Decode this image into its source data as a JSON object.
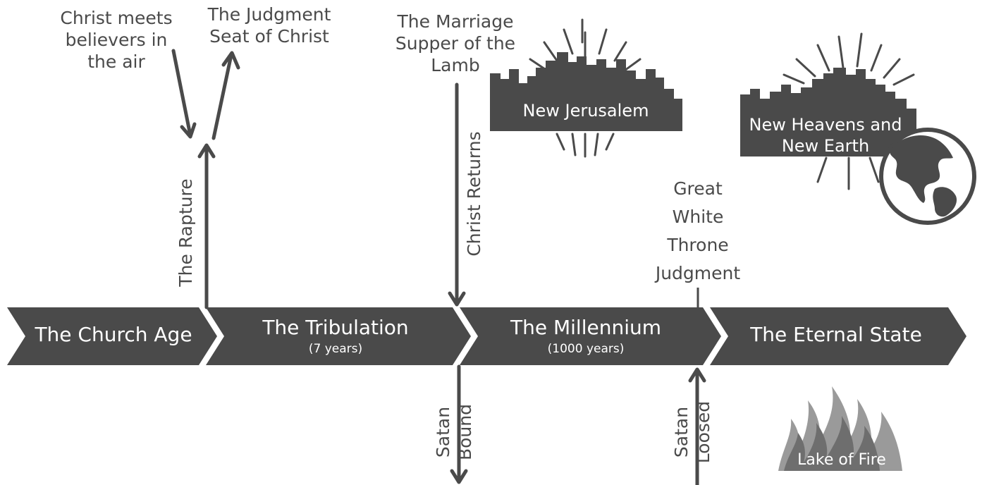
{
  "labels": {
    "christ_meets": "Christ meets\nbelievers in\nthe air",
    "judgment_seat": "The Judgment\nSeat of Christ",
    "marriage_supper": "The Marriage\nSupper of the\nLamb",
    "rapture": "The Rapture",
    "christ_returns": "Christ Returns",
    "great_white_throne": "Great\nWhite\nThrone\nJudgment",
    "satan_bound": "Satan\nBound",
    "satan_loosed": "Satan\nLoosed"
  },
  "images": {
    "new_jerusalem": "New Jerusalem",
    "new_heavens": "New Heavens and\nNew Earth",
    "lake_of_fire": "Lake of Fire"
  },
  "segments": [
    {
      "title": "The Church Age",
      "subtitle": ""
    },
    {
      "title": "The Tribulation",
      "subtitle": "(7 years)"
    },
    {
      "title": "The Millennium",
      "subtitle": "(1000 years)"
    },
    {
      "title": "The Eternal State",
      "subtitle": ""
    }
  ],
  "colors": {
    "dark": "#4a4a4a",
    "mid": "#6e6e6e",
    "light": "#9a9a9a",
    "white": "#ffffff"
  }
}
